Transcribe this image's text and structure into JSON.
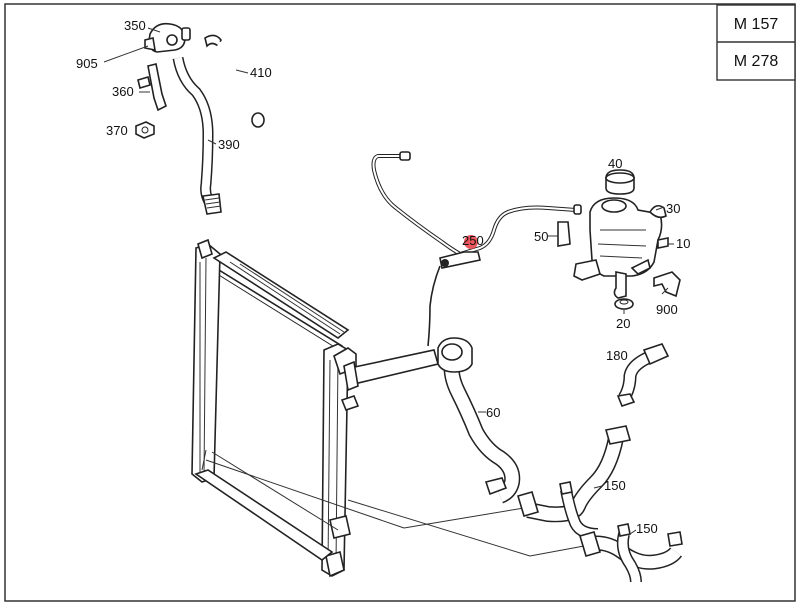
{
  "engine_codes": [
    "M 157",
    "M 278"
  ],
  "parts": {
    "p350": "350",
    "p905": "905",
    "p410": "410",
    "p360": "360",
    "p370": "370",
    "p390": "390",
    "p40": "40",
    "p30": "30",
    "p50": "50",
    "p250": "250",
    "p10": "10",
    "p900": "900",
    "p20": "20",
    "p180": "180",
    "p60": "60",
    "p150a": "150",
    "p150b": "150"
  },
  "highlight": {
    "part": "250",
    "color": "#e8393f"
  },
  "colors": {
    "line": "#222222",
    "frame": "#333333",
    "background": "#ffffff"
  }
}
